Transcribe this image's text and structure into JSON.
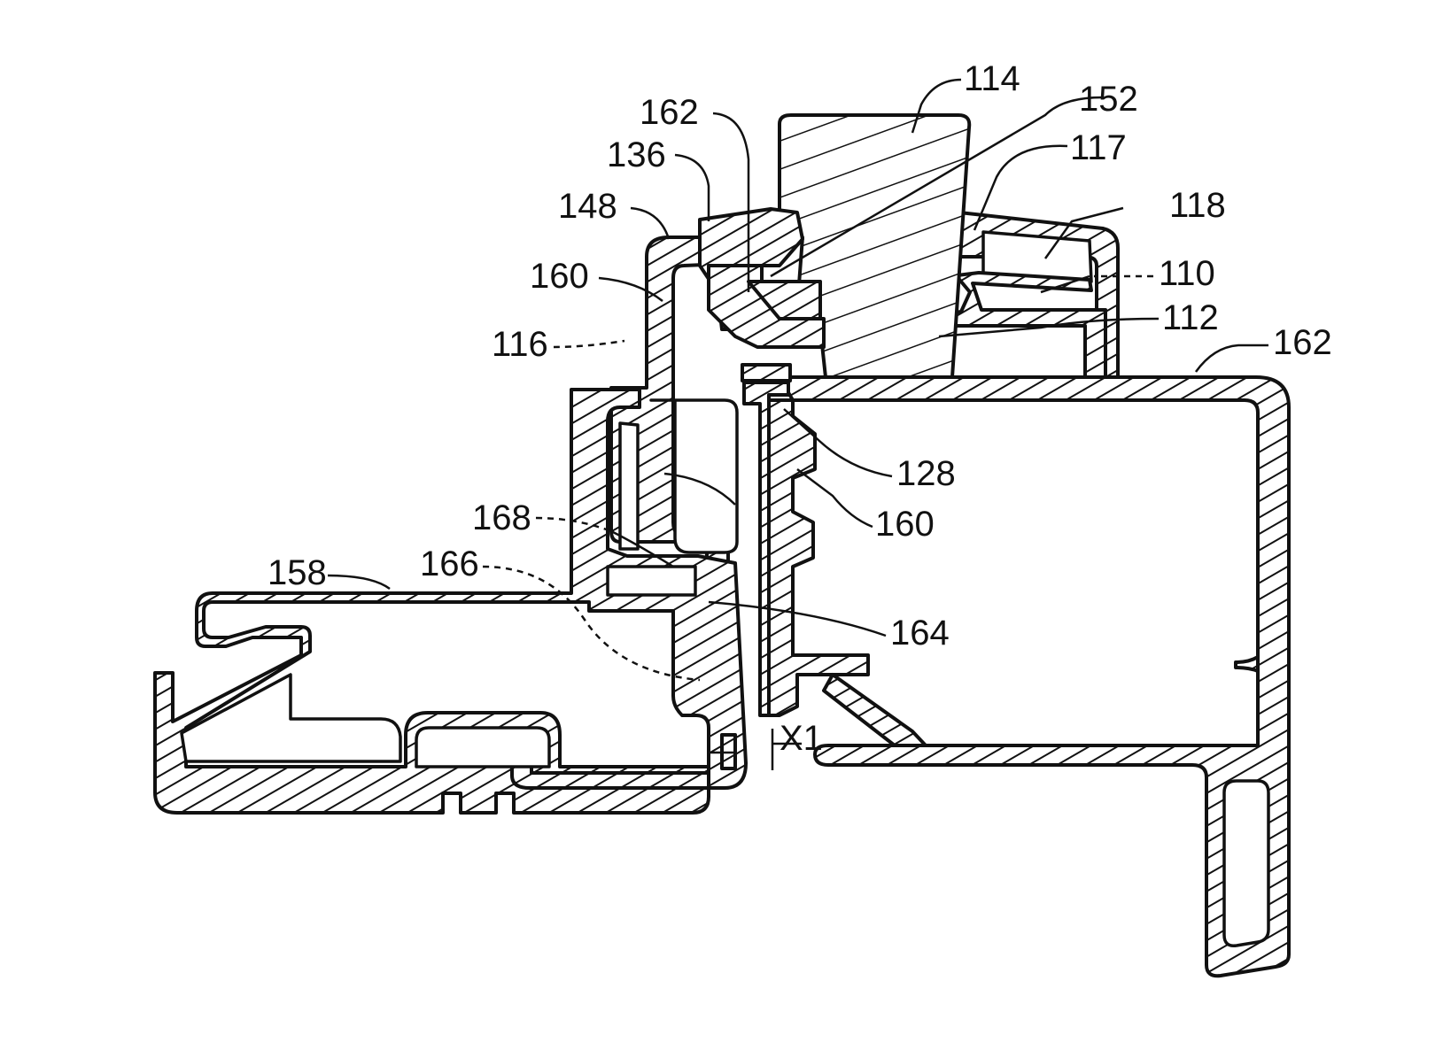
{
  "figure": {
    "labels": {
      "l114": "114",
      "l152": "152",
      "l162_top": "162",
      "l117": "117",
      "l136": "136",
      "l118": "118",
      "l148": "148",
      "l110": "110",
      "l160_top": "160",
      "l112": "112",
      "l116": "116",
      "l162_right": "162",
      "l128": "128",
      "l160_mid": "160",
      "l168": "168",
      "l158": "158",
      "l166": "166",
      "l164": "164",
      "lx1": "X1"
    }
  },
  "colors": {
    "line": "#111111",
    "background": "#ffffff"
  }
}
